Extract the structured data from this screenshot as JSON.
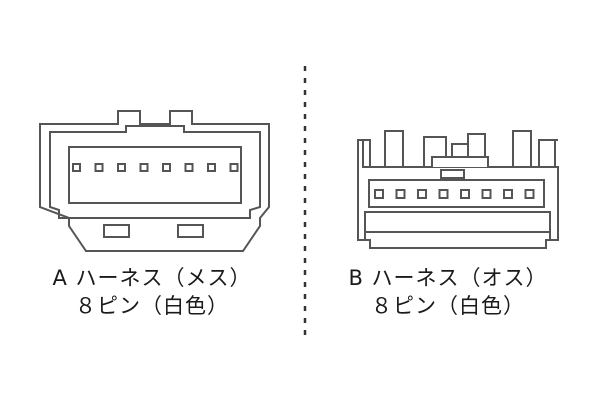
{
  "connectors": [
    {
      "id": "A",
      "name_line": "A ハーネス（メス）",
      "pin_line": "８ピン（白色）",
      "pins": 8,
      "color": "#ffffff"
    },
    {
      "id": "B",
      "name_line": "B ハーネス（オス）",
      "pin_line": "８ピン（白色）",
      "pins": 8,
      "color": "#ffffff"
    }
  ],
  "colors": {
    "stroke": "#555555",
    "text": "#1a1a1a",
    "divider": "#333333"
  }
}
